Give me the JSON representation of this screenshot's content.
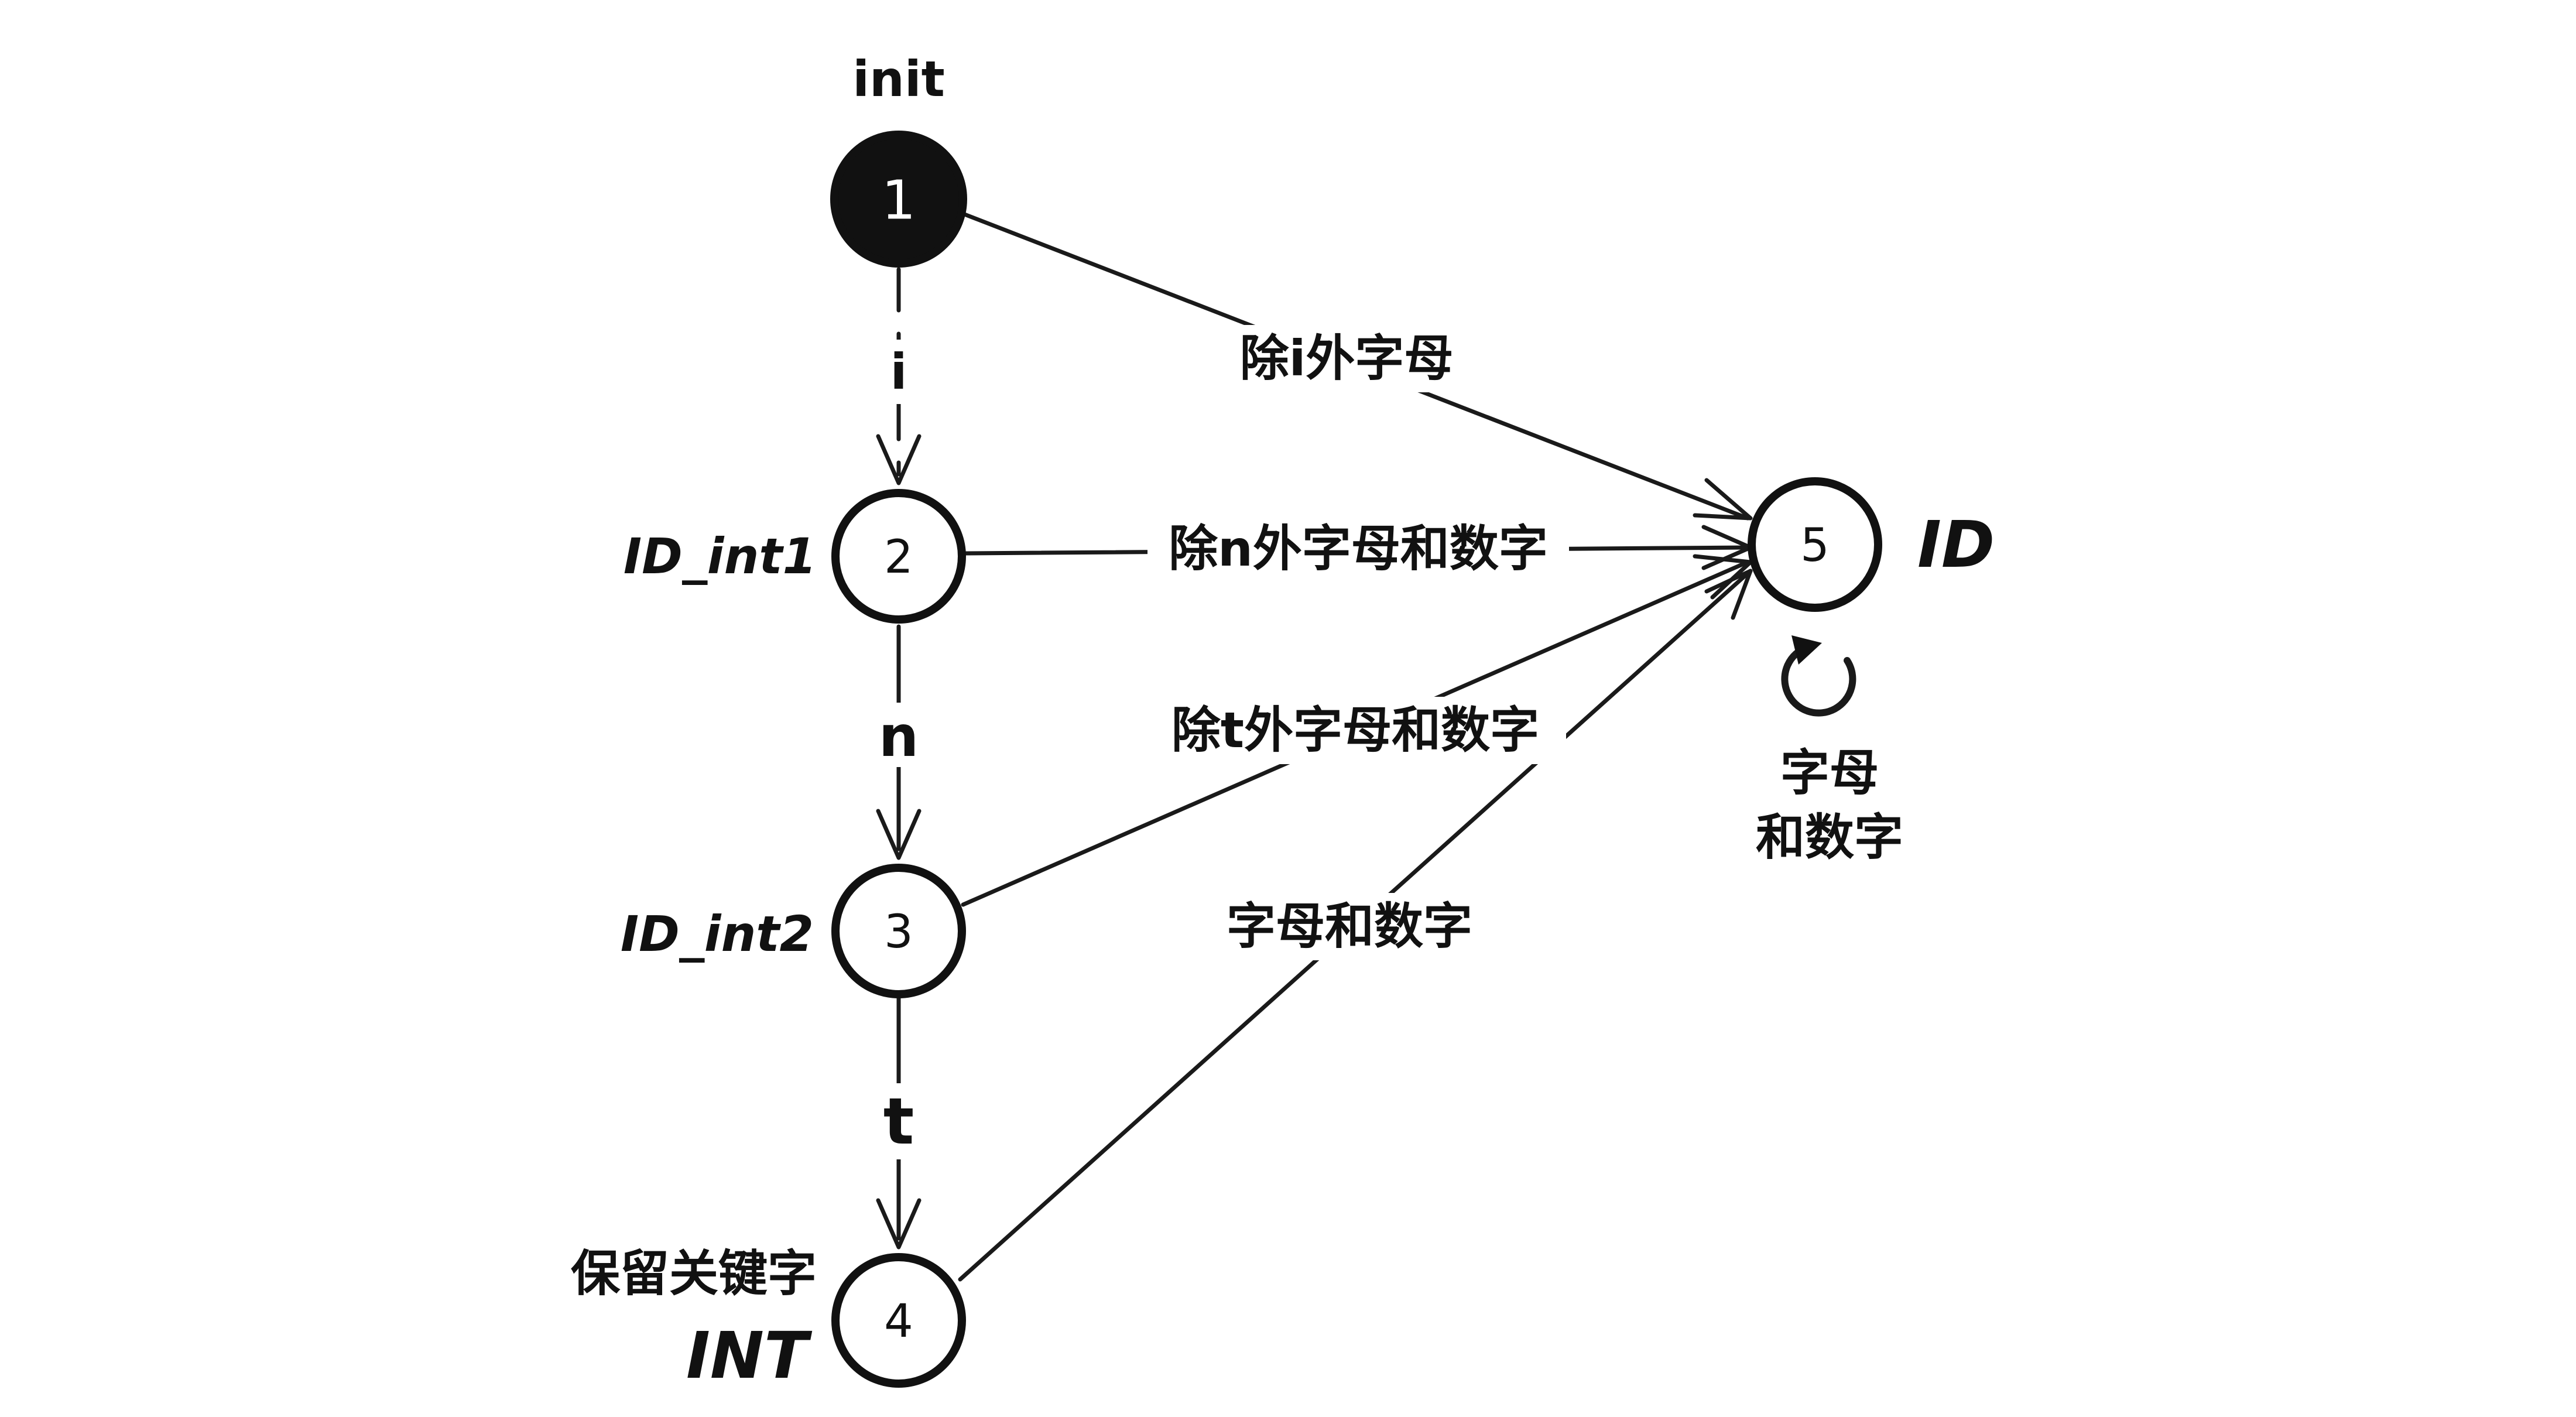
{
  "diagram": {
    "init_label": "init",
    "nodes": [
      {
        "id": "1",
        "label": "1"
      },
      {
        "id": "2",
        "label": "2",
        "name": "ID_int1"
      },
      {
        "id": "3",
        "label": "3",
        "name": "ID_int2"
      },
      {
        "id": "4",
        "label": "4",
        "name_line1": "保留关键字",
        "name_line2": "INT"
      },
      {
        "id": "5",
        "label": "5",
        "name": "ID"
      }
    ],
    "edges": {
      "e12": "i",
      "e23": "n",
      "e34": "t",
      "e15": "除i外字母",
      "e25": "除n外字母和数字",
      "e35": "除t外字母和数字",
      "e45": "字母和数字",
      "loop5_line1": "字母",
      "loop5_line2": "和数字"
    },
    "colors": {
      "start_fill": "#111111",
      "start_text": "#ffffff",
      "stroke": "#1a1a1a"
    }
  }
}
